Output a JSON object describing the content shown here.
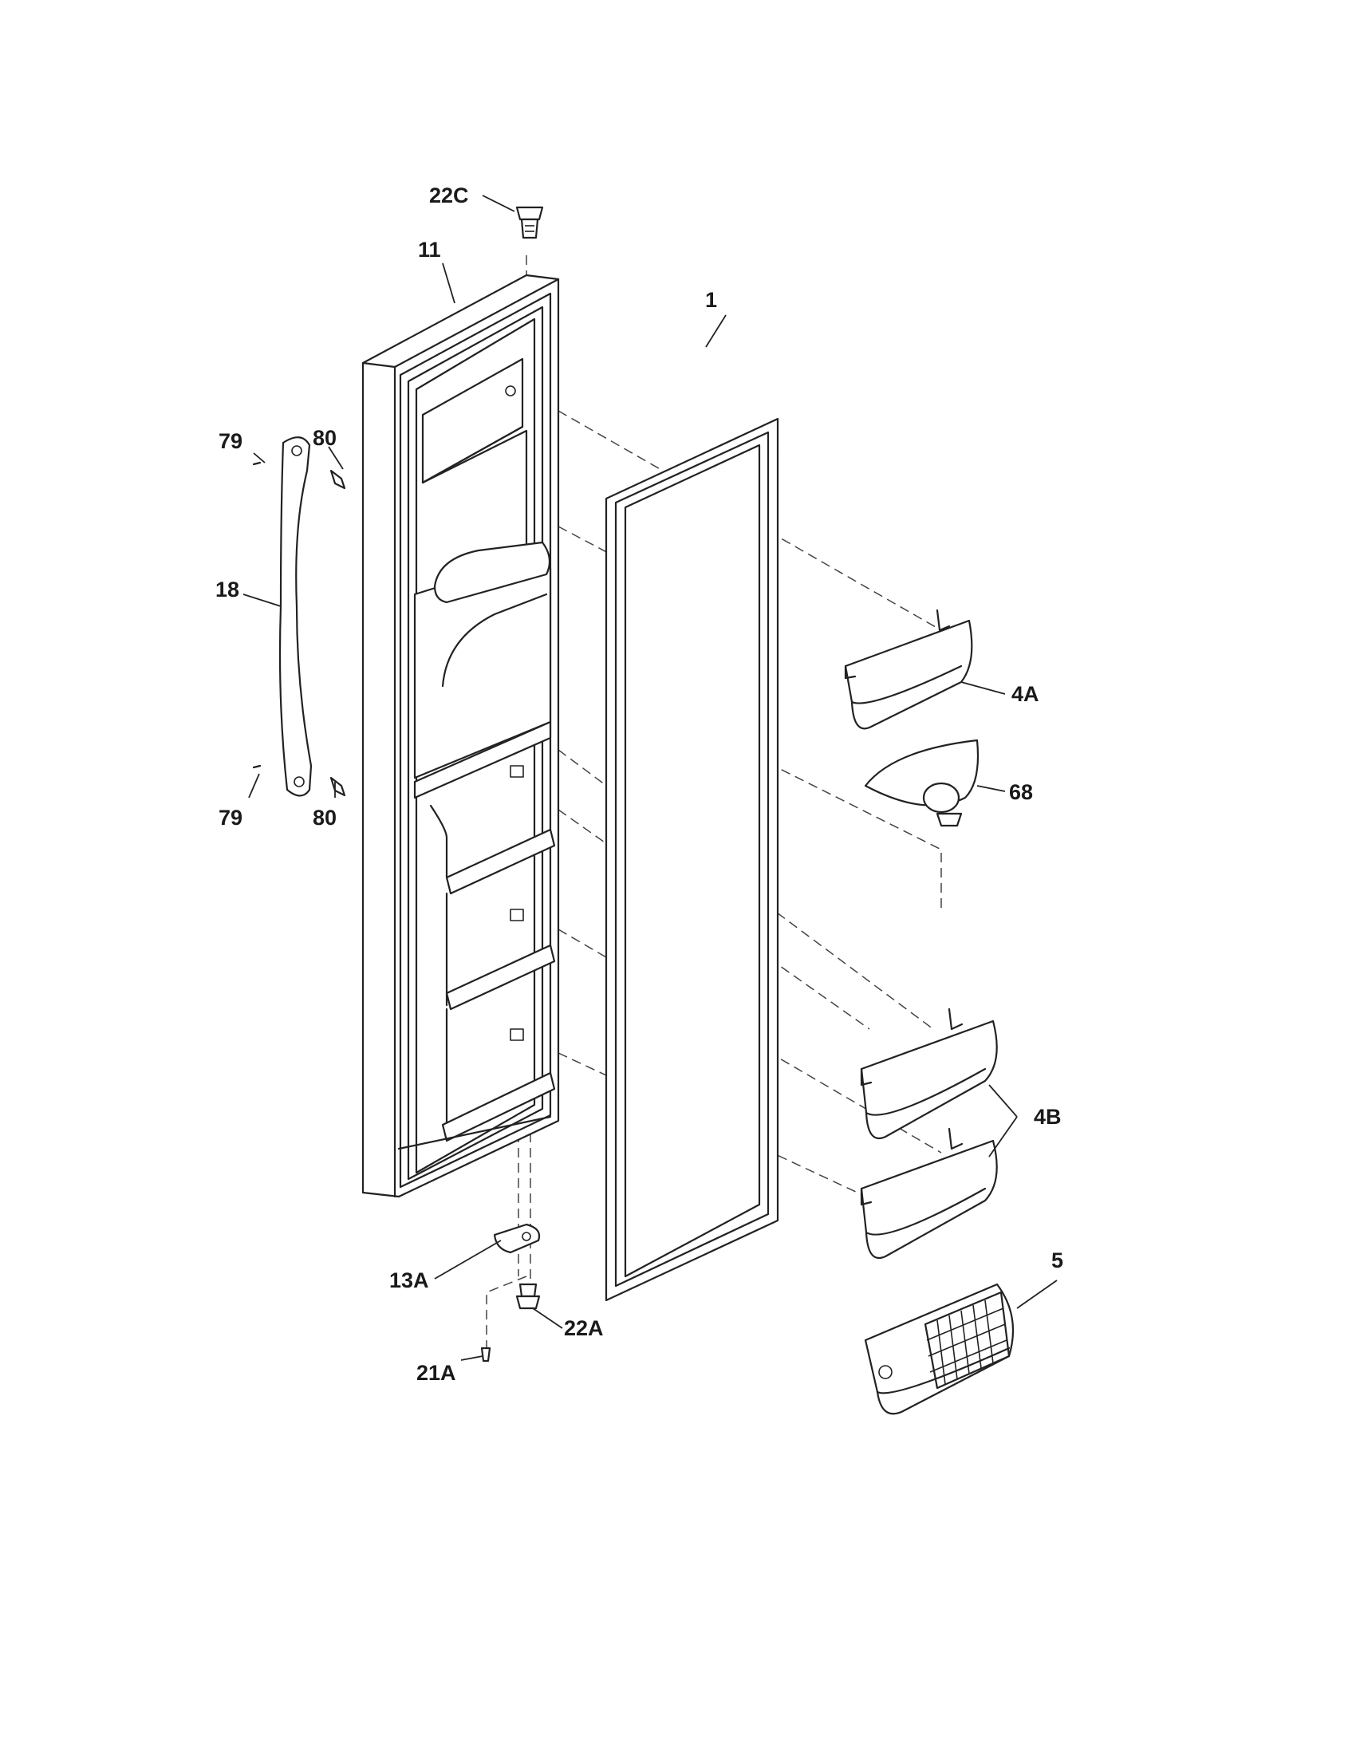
{
  "labels": {
    "l22c": "22C",
    "l11": "11",
    "l1": "1",
    "l79a": "79",
    "l80a": "80",
    "l18": "18",
    "l79b": "79",
    "l80b": "80",
    "l4a": "4A",
    "l68": "68",
    "l4b": "4B",
    "l5": "5",
    "l13a": "13A",
    "l22a": "22A",
    "l21a": "21A"
  }
}
